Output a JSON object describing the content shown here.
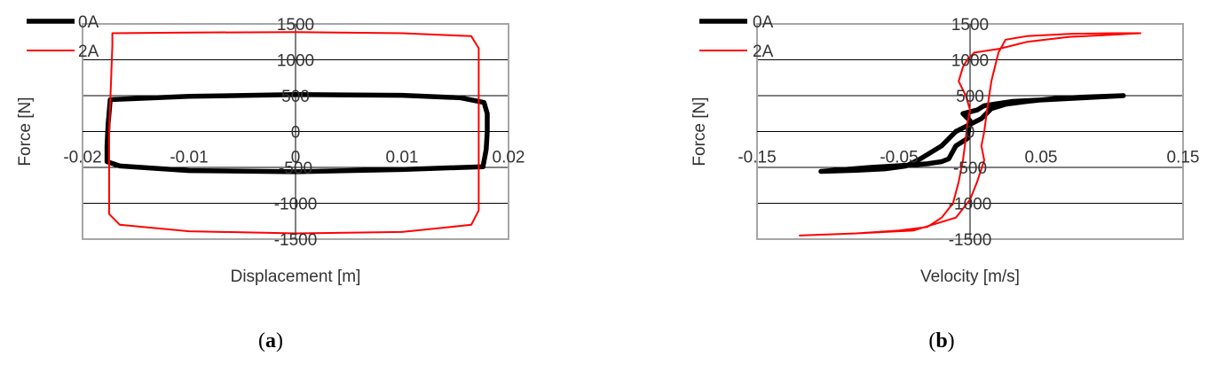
{
  "chart_data": [
    {
      "panel": "a",
      "type": "line",
      "caption": {
        "open": "(",
        "letter": "a",
        "close": ")"
      },
      "xlabel": "Displacement  [m]",
      "ylabel": "Force [N]",
      "xlim": [
        -0.02,
        0.02
      ],
      "ylim": [
        -1500,
        1500
      ],
      "xticks": [
        -0.02,
        -0.01,
        0,
        0.01,
        0.02
      ],
      "xtick_labels": [
        "-0.02",
        "-0.01",
        "0",
        "0.01",
        "0.02"
      ],
      "yticks": [
        -1500,
        -1000,
        -500,
        0,
        500,
        1000,
        1500
      ],
      "ytick_labels": [
        "-1500",
        "-1000",
        "-500",
        "0",
        "500",
        "1000",
        "1500"
      ],
      "grid": "horizontal",
      "legend_position": "top-left",
      "series": [
        {
          "name": "0A",
          "color": "#000000",
          "points": [
            [
              -0.0174,
              445
            ],
            [
              -0.01,
              490
            ],
            [
              0,
              515
            ],
            [
              0.01,
              505
            ],
            [
              0.0155,
              470
            ],
            [
              0.0177,
              405
            ],
            [
              0.018,
              250
            ],
            [
              0.018,
              0
            ],
            [
              0.0179,
              -250
            ],
            [
              0.0176,
              -490
            ],
            [
              0.01,
              -530
            ],
            [
              0,
              -560
            ],
            [
              -0.01,
              -545
            ],
            [
              -0.0165,
              -480
            ],
            [
              -0.0177,
              -420
            ],
            [
              -0.0177,
              -200
            ],
            [
              -0.0176,
              100
            ],
            [
              -0.0174,
              445
            ]
          ]
        },
        {
          "name": "2A",
          "color": "#ff0000",
          "points": [
            [
              -0.0172,
              1370
            ],
            [
              -0.01,
              1380
            ],
            [
              0,
              1385
            ],
            [
              0.01,
              1370
            ],
            [
              0.0165,
              1330
            ],
            [
              0.0172,
              1160
            ],
            [
              0.0172,
              0
            ],
            [
              0.0172,
              -1100
            ],
            [
              0.0165,
              -1300
            ],
            [
              0.01,
              -1400
            ],
            [
              0,
              -1420
            ],
            [
              -0.01,
              -1390
            ],
            [
              -0.0165,
              -1300
            ],
            [
              -0.0175,
              -1150
            ],
            [
              -0.0175,
              0
            ],
            [
              -0.0172,
              1200
            ],
            [
              -0.0172,
              1370
            ]
          ]
        }
      ]
    },
    {
      "panel": "b",
      "type": "line",
      "caption": {
        "open": "(",
        "letter": "b",
        "close": ")"
      },
      "xlabel": "Velocity [m/s]",
      "ylabel": "Force [N]",
      "xlim": [
        -0.15,
        0.15
      ],
      "ylim": [
        -1500,
        1500
      ],
      "xticks": [
        -0.15,
        -0.05,
        0.05,
        0.15
      ],
      "xtick_labels": [
        "-0.15",
        "-0.05",
        "0.05",
        "0.15"
      ],
      "yticks": [
        -1500,
        -1000,
        -500,
        0,
        500,
        1000,
        1500
      ],
      "ytick_labels": [
        "-1500",
        "-1000",
        "-500",
        "0",
        "500",
        "1000",
        "1500"
      ],
      "grid": "horizontal",
      "legend_position": "top-left",
      "series": [
        {
          "name": "0A",
          "color": "#000000",
          "points": [
            [
              -0.105,
              -555
            ],
            [
              -0.08,
              -540
            ],
            [
              -0.06,
              -520
            ],
            [
              -0.045,
              -480
            ],
            [
              -0.035,
              -380
            ],
            [
              -0.02,
              -200
            ],
            [
              -0.01,
              0
            ],
            [
              0,
              100
            ],
            [
              0.008,
              180
            ],
            [
              0.015,
              320
            ],
            [
              0.025,
              380
            ],
            [
              0.04,
              420
            ],
            [
              0.06,
              460
            ],
            [
              0.08,
              480
            ],
            [
              0.108,
              500
            ],
            [
              0.08,
              470
            ],
            [
              0.05,
              440
            ],
            [
              0.03,
              420
            ],
            [
              0.02,
              390
            ],
            [
              0.01,
              360
            ],
            [
              0.005,
              300
            ],
            [
              -0.005,
              250
            ],
            [
              0,
              150
            ],
            [
              -0.002,
              -100
            ],
            [
              -0.01,
              -200
            ],
            [
              -0.015,
              -380
            ],
            [
              -0.02,
              -420
            ],
            [
              -0.03,
              -450
            ],
            [
              -0.045,
              -470
            ],
            [
              -0.07,
              -500
            ],
            [
              -0.105,
              -555
            ]
          ]
        },
        {
          "name": "2A",
          "color": "#ff0000",
          "points": [
            [
              -0.12,
              -1450
            ],
            [
              -0.08,
              -1420
            ],
            [
              -0.05,
              -1380
            ],
            [
              -0.03,
              -1330
            ],
            [
              -0.02,
              -1200
            ],
            [
              -0.012,
              -1000
            ],
            [
              -0.008,
              -700
            ],
            [
              -0.005,
              -400
            ],
            [
              -0.003,
              -100
            ],
            [
              -0.002,
              100
            ],
            [
              0,
              300
            ],
            [
              -0.003,
              500
            ],
            [
              -0.008,
              700
            ],
            [
              -0.005,
              900
            ],
            [
              -0.002,
              1000
            ],
            [
              0.003,
              1100
            ],
            [
              0.02,
              1150
            ],
            [
              0.04,
              1250
            ],
            [
              0.07,
              1320
            ],
            [
              0.1,
              1350
            ],
            [
              0.12,
              1370
            ],
            [
              0.1,
              1370
            ],
            [
              0.07,
              1360
            ],
            [
              0.04,
              1330
            ],
            [
              0.025,
              1280
            ],
            [
              0.02,
              1100
            ],
            [
              0.015,
              700
            ],
            [
              0.012,
              300
            ],
            [
              0.01,
              0
            ],
            [
              0.008,
              -200
            ],
            [
              0.01,
              -400
            ],
            [
              0.005,
              -700
            ],
            [
              0,
              -950
            ],
            [
              -0.01,
              -1200
            ],
            [
              -0.04,
              -1380
            ],
            [
              -0.08,
              -1420
            ],
            [
              -0.12,
              -1450
            ]
          ]
        }
      ]
    }
  ]
}
